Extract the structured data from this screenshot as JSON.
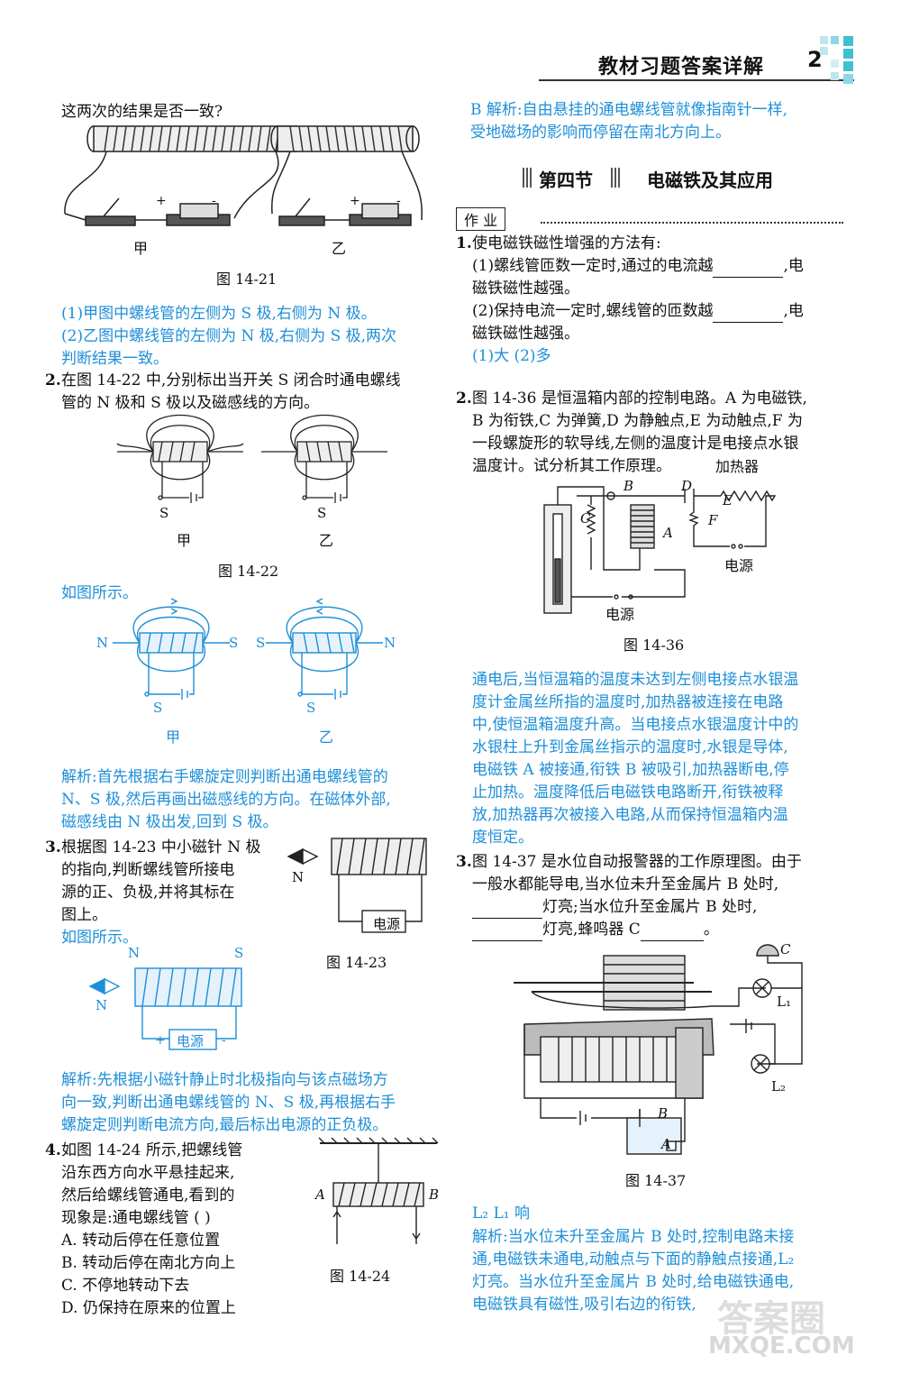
{
  "header": {
    "title": "教材习题答案详解",
    "page_number": "2"
  },
  "left": {
    "q1_tail": "这两次的结果是否一致?",
    "fig1421": {
      "labels": [
        "甲",
        "乙"
      ],
      "caption": "图 14-21",
      "signs": [
        "+",
        "-"
      ]
    },
    "q1_answer": [
      "(1)甲图中螺线管的左侧为 S 极,右侧为 N 极。",
      "(2)乙图中螺线管的左侧为 N 极,右侧为 S 极,两次",
      "判断结果一致。"
    ],
    "q2_number": "2.",
    "q2_lines": [
      "在图 14-22 中,分别标出当开关 S 闭合时通电螺线",
      "管的 N 极和 S 极以及磁感线的方向。"
    ],
    "fig1422": {
      "switch_label": "S",
      "labels": [
        "甲",
        "乙"
      ],
      "caption": "图 14-22"
    },
    "q2_answer_intro": "如图所示。",
    "fig1422_ans": {
      "poles_a": [
        "N",
        "S"
      ],
      "poles_b": [
        "S",
        "N"
      ],
      "switch_label": "S",
      "labels": [
        "甲",
        "乙"
      ]
    },
    "q2_analysis": [
      "解析:首先根据右手螺旋定则判断出通电螺线管的",
      "N、S 极,然后再画出磁感线的方向。在磁体外部,",
      "磁感线由 N 极出发,回到 S 极。"
    ],
    "q3_number": "3.",
    "q3_lines": [
      "根据图 14-23 中小磁针 N 极",
      "的指向,判断螺线管所接电",
      "源的正、负极,并将其标在",
      "图上。"
    ],
    "fig1423": {
      "needle_label": "N",
      "source": "电源",
      "caption": "图 14-23"
    },
    "q3_answer_intro": "如图所示。",
    "fig1423_ans": {
      "poles": [
        "N",
        "S"
      ],
      "needle_label": "N",
      "source": "电源",
      "signs": [
        "+",
        "-"
      ]
    },
    "q3_analysis": [
      "解析:先根据小磁针静止时北极指向与该点磁场方",
      "向一致,判断出通电螺线管的 N、S 极,再根据右手",
      "螺旋定则判断电流方向,最后标出电源的正负极。"
    ],
    "q4_number": "4.",
    "q4_lines": [
      "如图 14-24 所示,把螺线管",
      "沿东西方向水平悬挂起来,",
      "然后给螺线管通电,看到的",
      "现象是:通电螺线管 (      )"
    ],
    "q4_options": [
      "A. 转动后停在任意位置",
      "B. 转动后停在南北方向上",
      "C. 不停地转动下去",
      "D. 仍保持在原来的位置上"
    ],
    "fig1424": {
      "end_labels": [
        "A",
        "B"
      ],
      "caption": "图 14-24"
    }
  },
  "right": {
    "q4_answer": [
      "B   解析:自由悬挂的通电螺线管就像指南针一样,",
      "受地磁场的影响而停留在南北方向上。"
    ],
    "section_number": "第四节",
    "section_title": "电磁铁及其应用",
    "homework_label": "作  业",
    "r1_number": "1.",
    "r1_lines": [
      "使电磁铁磁性增强的方法有:"
    ],
    "r1_sub1": [
      "(1)螺线管匝数一定时,通过的电流越",
      ",电",
      "磁铁磁性越强。"
    ],
    "r1_sub2": [
      "(2)保持电流一定时,螺线管的匝数越",
      ",电",
      "磁铁磁性越强。"
    ],
    "r1_answer": "(1)大   (2)多",
    "r2_number": "2.",
    "r2_lines": [
      "图 14-36 是恒温箱内部的控制电路。A 为电磁铁,",
      "B 为衔铁,C 为弹簧,D 为静触点,E 为动触点,F 为",
      "一段螺旋形的软导线,左侧的温度计是电接点水银",
      "温度计。试分析其工作原理。"
    ],
    "fig1436": {
      "heater": "加热器",
      "labels": [
        "B",
        "D",
        "E",
        "F",
        "C",
        "A"
      ],
      "source_right": "电源",
      "source_bottom": "电源",
      "caption": "图 14-36"
    },
    "r2_answer": [
      "通电后,当恒温箱的温度未达到左侧电接点水银温",
      "度计金属丝所指的温度时,加热器被连接在电路",
      "中,使恒温箱温度升高。当电接点水银温度计中的",
      "水银柱上升到金属丝指示的温度时,水银是导体,",
      "电磁铁 A 被接通,衔铁 B 被吸引,加热器断电,停",
      "止加热。温度降低后电磁铁电路断开,衔铁被释",
      "放,加热器再次被接入电路,从而保持恒温箱内温",
      "度恒定。"
    ],
    "r3_number": "3.",
    "r3_line1": "图 14-37 是水位自动报警器的工作原理图。由于",
    "r3_line2": "一般水都能导电,当水位未升至金属片 B 处时,",
    "r3_line3": [
      "灯亮;当水位升至金属片 B 处时,"
    ],
    "r3_line4": [
      "灯亮,蜂鸣器 C",
      "。"
    ],
    "fig1437": {
      "labels": [
        "C",
        "L₁",
        "L₂",
        "B",
        "A"
      ],
      "caption": "图 14-37"
    },
    "r3_answer": "L₂   L₁   响",
    "r3_analysis": [
      "解析:当水位未升至金属片 B 处时,控制电路未接",
      "通,电磁铁未通电,动触点与下面的静触点接通,L₂",
      "灯亮。当水位升至金属片 B 处时,给电磁铁通电,",
      "电磁铁具有磁性,吸引右边的衔铁,"
    ]
  },
  "watermark": {
    "top": "答案圈",
    "bottom": "MXQE.COM"
  },
  "colors": {
    "answer": "#1d8fd8",
    "text": "#111111",
    "accent": "#3fc0d0"
  }
}
